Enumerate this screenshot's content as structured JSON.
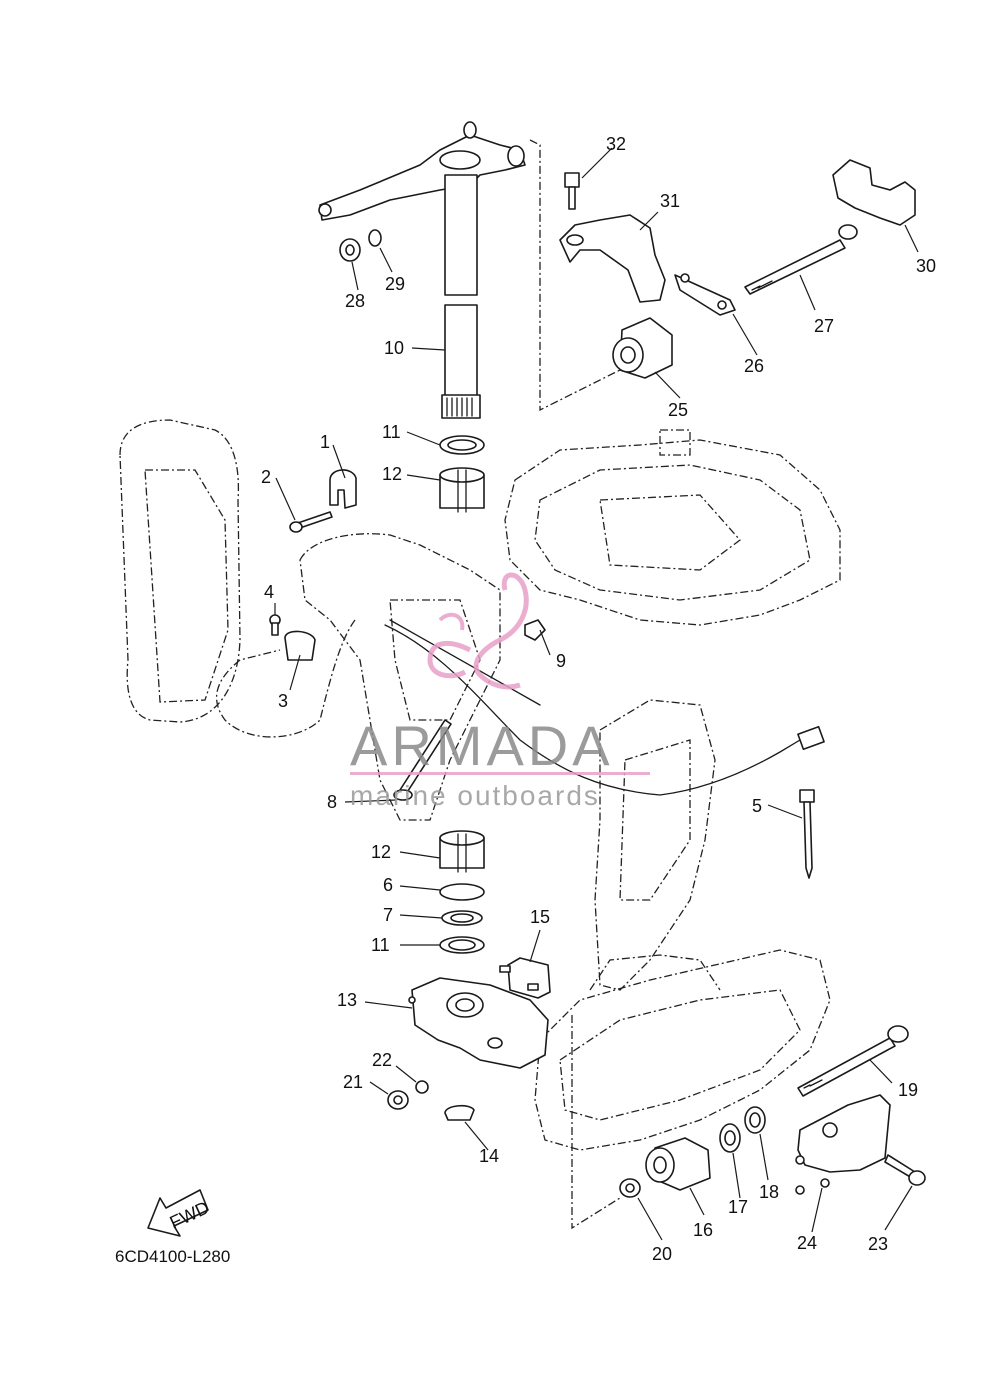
{
  "diagram_code": "6CD4100-L280",
  "fwd_label": "FWD",
  "watermark": {
    "brand": "ARMADA",
    "tagline": "marine outboards",
    "accent_color": "#e8a0c8",
    "text_color": "#8a8a8a"
  },
  "callouts": [
    "1",
    "2",
    "3",
    "4",
    "5",
    "6",
    "7",
    "8",
    "9",
    "10",
    "11",
    "11",
    "12",
    "12",
    "13",
    "14",
    "15",
    "16",
    "17",
    "18",
    "19",
    "20",
    "21",
    "22",
    "23",
    "24",
    "25",
    "26",
    "27",
    "28",
    "29",
    "30",
    "31",
    "32"
  ]
}
